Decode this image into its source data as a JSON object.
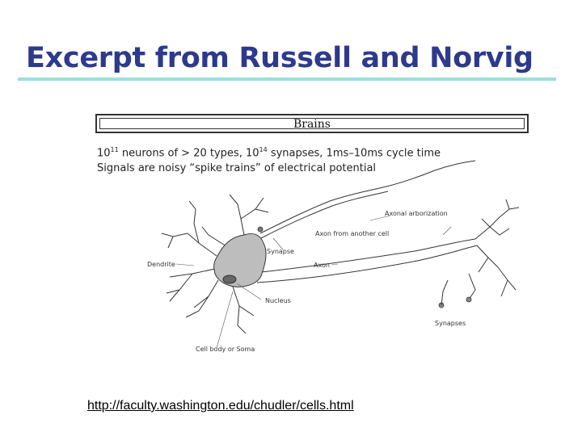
{
  "slide": {
    "title": "Excerpt from Russell and Norvig",
    "link_url": "http://faculty.washington.edu/chudler/cells.html"
  },
  "figure": {
    "header": "Brains",
    "line1": {
      "p1": "10",
      "exp1": "11",
      "p2": " neurons of ",
      "p3": "> 20",
      "p4": " types, ",
      "p5": "10",
      "exp2": "14",
      "p6": " synapses, 1ms–10ms cycle time"
    },
    "line2": "Signals are noisy “spike trains” of electrical potential",
    "labels": {
      "axonal_arborization": "Axonal arborization",
      "axon_from_another_cell": "Axon from another cell",
      "synapse": "Synapse",
      "axon": "Axon",
      "dendrite": "Dendrite",
      "nucleus": "Nucleus",
      "synapses": "Synapses",
      "cell_body": "Cell body or Soma"
    }
  },
  "colors": {
    "title": "#2d3a8c",
    "title_rule": "#9ddfd8",
    "soma_fill": "#bdbdbd"
  }
}
